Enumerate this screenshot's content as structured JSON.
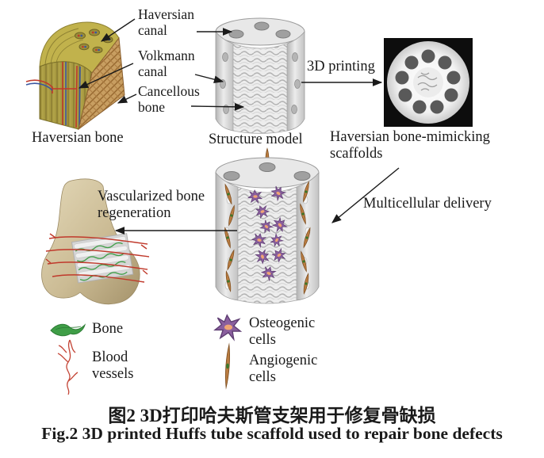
{
  "figure": {
    "anatomy_labels": {
      "haversian_canal": "Haversian canal",
      "volkmann_canal": "Volkmann canal",
      "cancellous_bone": "Cancellous bone"
    },
    "panel_captions": {
      "haversian_bone": "Haversian bone",
      "structure_model": "Structure model",
      "scaffolds": "Haversian bone-mimicking scaffolds"
    },
    "step_labels": {
      "printing": "3D printing",
      "delivery": "Multicellular delivery",
      "regeneration": "Vascularized bone regeneration"
    },
    "legend": {
      "items": [
        {
          "icon": "bone-icon",
          "label": "Bone",
          "color": "#3f9e47"
        },
        {
          "icon": "blood-vessels-icon",
          "label": "Blood vessels",
          "color": "#c44536"
        },
        {
          "icon": "osteogenic-cells-icon",
          "label": "Osteogenic cells",
          "color": "#8a5f9e"
        },
        {
          "icon": "angiogenic-cells-icon",
          "label": "Angiogenic cells",
          "color": "#b97c41"
        }
      ]
    },
    "caption": {
      "zh": "图2 3D打印哈夫斯管支架用于修复骨缺损",
      "en": "Fig.2 3D printed Huffs tube scaffold used to repair bone defects"
    },
    "colors": {
      "background": "#ffffff",
      "text": "#1a1a1a",
      "cortical_bone": "#b3a544",
      "cancellous_bone": "#c89e61",
      "scaffold_gray": "#dcdcdc",
      "femur": "#cbbb94",
      "photo_background": "#0d0d0d"
    }
  }
}
